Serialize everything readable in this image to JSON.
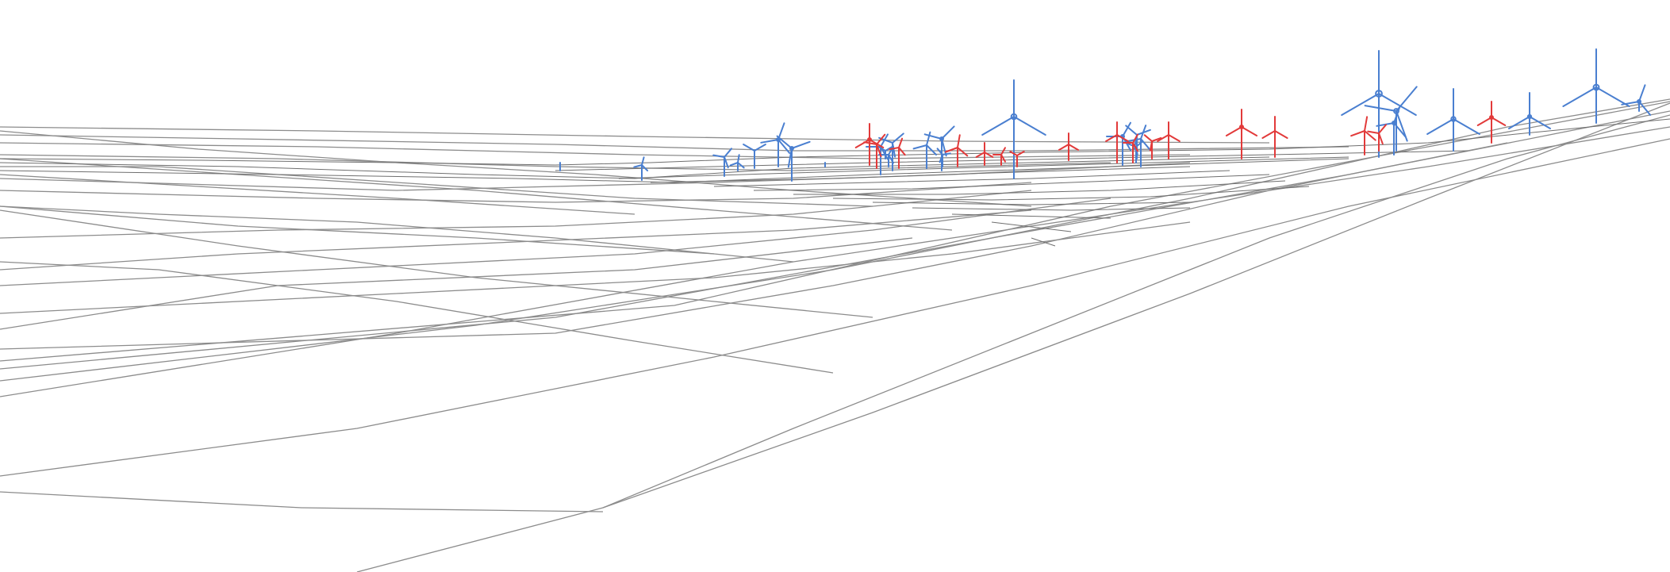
{
  "scene": {
    "background": "#ffffff",
    "colors": {
      "terrain_wireframe": "#8c8c8c",
      "turbine_existing": "#4a7fd0",
      "turbine_proposed": "#e23a3a"
    },
    "turbine_groups": [
      {
        "color_key": "turbine_existing",
        "count": 27
      },
      {
        "color_key": "turbine_proposed",
        "count": 17
      }
    ]
  }
}
